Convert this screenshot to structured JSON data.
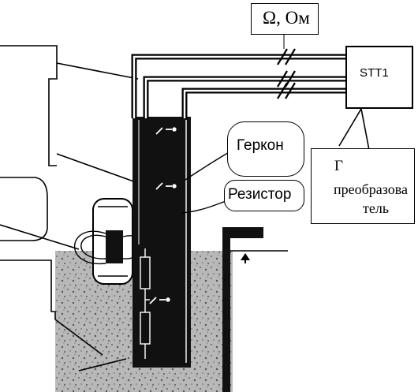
{
  "unit_box": {
    "label": "Ω, Ом"
  },
  "device_box": {
    "label": "STT1"
  },
  "callouts": {
    "reed_switch": "Геркон",
    "resistor": "Резистор"
  },
  "converter_box": {
    "marker": "Г",
    "line1": "преобразова",
    "line2": "тель"
  },
  "colors": {
    "ink": "#000000",
    "background": "#ffffff",
    "sensor_tube": "#111111",
    "liquid_gray": "#b0b0b0"
  }
}
